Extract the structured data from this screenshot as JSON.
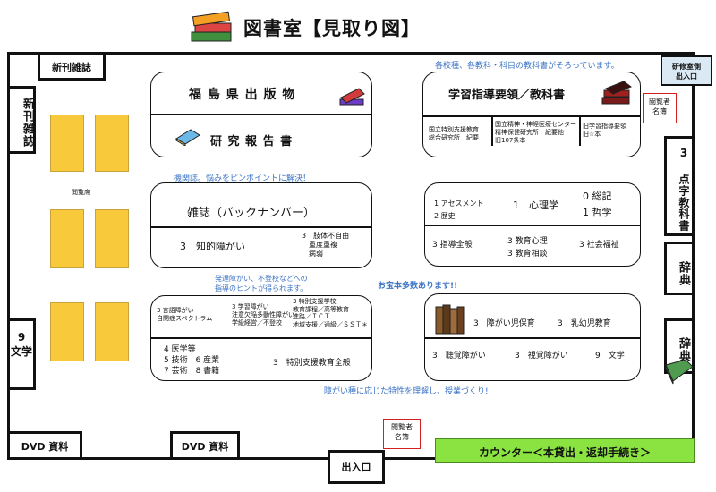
{
  "header": {
    "title": "図書室【見取り図】"
  },
  "walls": {
    "new_magazines": "新刊雑誌",
    "new_books": "新刊雑誌",
    "literature": "9\n文学",
    "dvd_left": "DVD 資料",
    "dvd_mid": "DVD 資料",
    "entrance": "出入口",
    "counter": "カウンター＜本貸出・返却手続き＞",
    "workshop_entrance": "研修室側\n出入口",
    "braille": "3\n点字教科書",
    "dictionary1": "辞典",
    "dictionary2": "辞典"
  },
  "seating": {
    "label": "閲覧席"
  },
  "visitor_log": {
    "label": "閲覧者\n名簿"
  },
  "shelves": {
    "fukushima": {
      "title": "福 島 県 出 版 物",
      "subtitle": "研 究 報 告 書"
    },
    "guidelines": {
      "title": "学習指導要領／教科書",
      "note": "各校種、各教科・科目の教科書がそろっています。",
      "cells": [
        "国立特別支援教育\n総合研究所　紀要",
        "国立精神・神経医療センター\n精神保健研究所　紀要他\n旧107条本",
        "旧学習指導要領\n旧☆本"
      ]
    },
    "magazines": {
      "title": "雑誌（バックナンバー）",
      "note": "機関誌。悩みをピンポイントに解決！",
      "left": "3　知的障がい",
      "right": "3　肢体不自由\n　重度重複\n　病弱"
    },
    "psych": {
      "assessment": "1 アセスメント\n2 歴史",
      "psychology": "1　心理学",
      "general": "0 総記\n1 哲学",
      "guidance": "3 指導全般",
      "edu_psych": "3 教育心理\n3 教育相談",
      "welfare": "3 社会福祉"
    },
    "development": {
      "note": "発達障がい、不登校などへの\n指導のヒントが得られます。",
      "col1": "3 言語障がい\n自閉症スペクトラム",
      "col2": "3 学習障がい\n注意欠陥多動性障がい\n学級経営／不登校",
      "col3": "3 特別支援学校\n教育課程／高等教育\n進路／ＩＣＴ\n地域支援／通級／ＳＳＴ＊",
      "bottom_left": "4 医学等\n5 技術　6 産業\n7 芸術　8 書籍",
      "bottom_right": "3　特別支援教育全般"
    },
    "treasure": {
      "note": "お宝本多数あります!!",
      "row1a": "3　障がい児保育",
      "row1b": "3　乳幼児教育",
      "row2a": "3　聴覚障がい",
      "row2b": "3　視覚障がい",
      "row2c": "9　文学",
      "caption": "障がい種に応じた特性を理解し、授業づくり!!"
    }
  }
}
